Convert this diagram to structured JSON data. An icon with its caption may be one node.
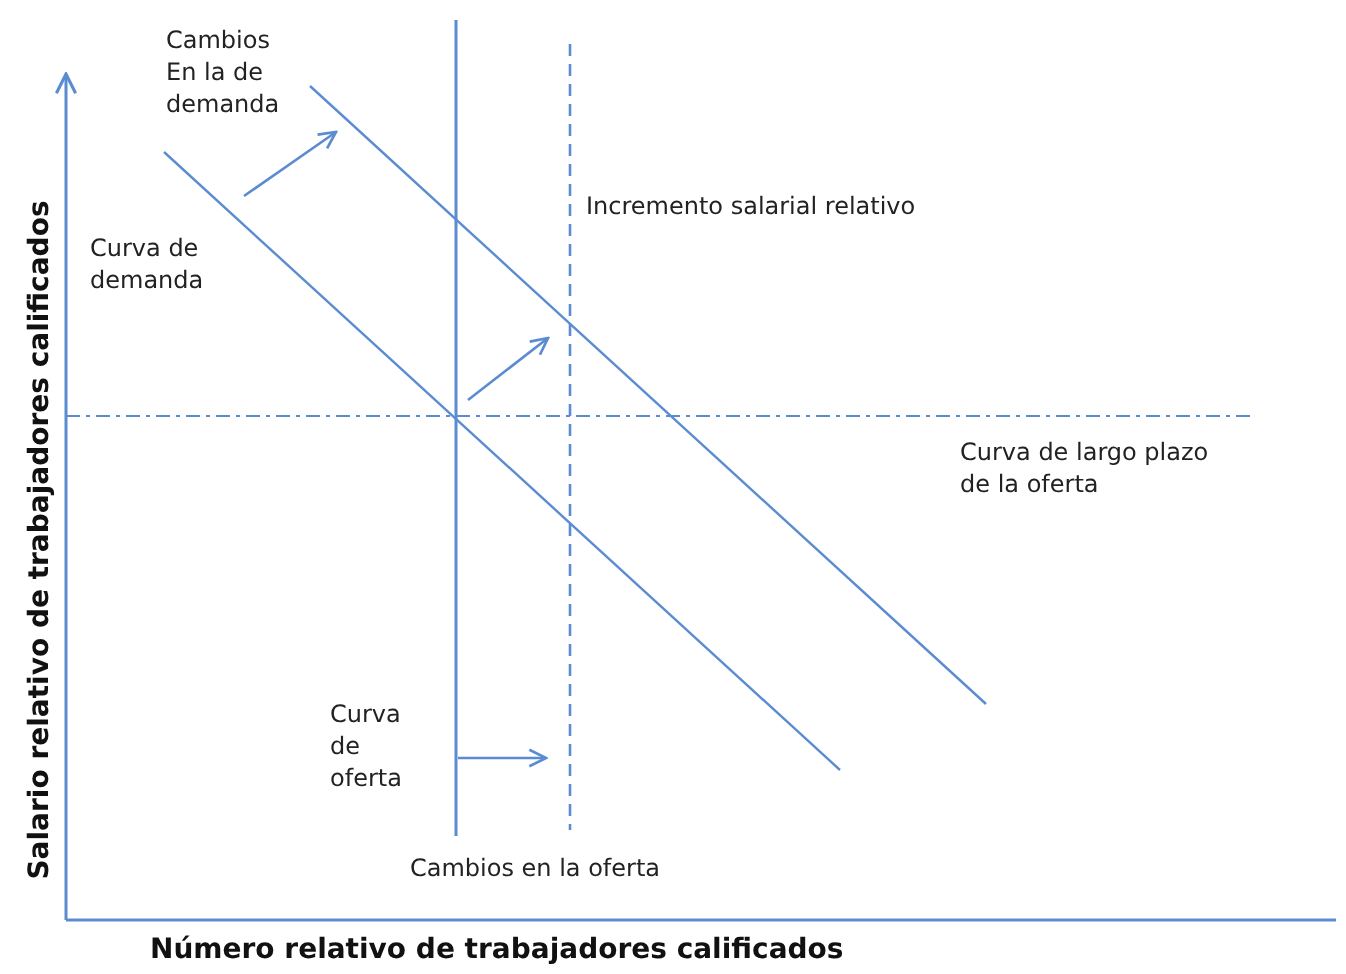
{
  "diagram": {
    "labels": [
      "Cambios En la de demanda",
      "Incremento salarial relativo",
      "Curva de demanda",
      "Curva de largo plazo de la oferta",
      "Curva de oferta",
      "Cambios en la oferta",
      "Salario relativo de trabajadores calificados",
      "Número relativo de trabajadores calificados"
    ]
  }
}
